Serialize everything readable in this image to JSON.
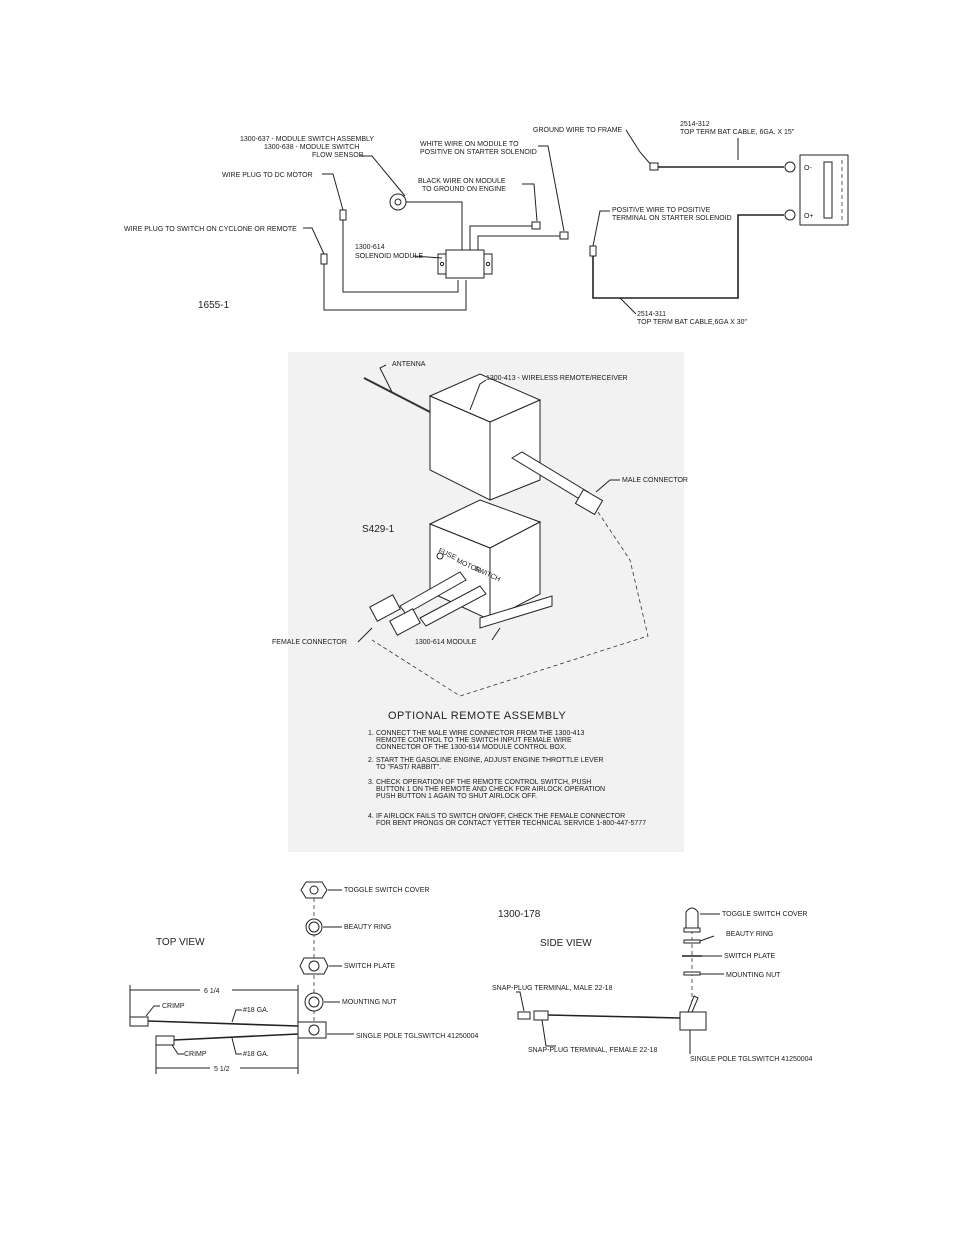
{
  "top_diagram": {
    "module_switch_1": "1300-637 - MODULE SWITCH ASSEMBLY",
    "module_switch_2": "1300-638 - MODULE SWITCH",
    "module_switch_3": "FLOW SENSOR",
    "wire_plug_dc_motor": "WIRE PLUG TO DC MOTOR",
    "wire_plug_switch": "WIRE PLUG TO SWITCH ON CYCLONE OR REMOTE",
    "black_wire_1": "BLACK WIRE ON MODULE",
    "black_wire_2": "TO GROUND ON ENGINE",
    "white_wire_1": "WHITE WIRE ON MODULE TO",
    "white_wire_2": "POSITIVE ON STARTER SOLENOID",
    "ground_wire": "GROUND WIRE TO FRAME",
    "solenoid_module_1": "1300-614",
    "solenoid_module_2": "SOLENOID MODULE",
    "drawing_number": "1655-1",
    "cable_312_1": "2514-312",
    "cable_312_2": "TOP TERM BAT CABLE, 6GA. X 15\"",
    "positive_wire_1": "POSITIVE WIRE TO POSITIVE",
    "positive_wire_2": "TERMINAL ON STARTER SOLENOID",
    "cable_311_1": "2514-311",
    "cable_311_2": "TOP TERM BAT CABLE,6GA X 30\"",
    "battery_neg": "O-",
    "battery_pos": "O+"
  },
  "remote_assembly": {
    "antenna": "ANTENNA",
    "receiver": "1300-413 - WIRELESS REMOTE/RECEIVER",
    "male_connector": "MALE CONNECTOR",
    "drawing_number": "S429-1",
    "fuse": "FUSE",
    "motor": "MOTOR",
    "switch": "SWITCH",
    "female_connector": "FEMALE CONNECTOR",
    "module": "1300-614 MODULE",
    "title": "OPTIONAL REMOTE ASSEMBLY",
    "steps": [
      {
        "num": "1.",
        "lines": [
          "CONNECT THE MALE WIRE CONNECTOR FROM THE 1300-413",
          "REMOTE CONTROL TO THE SWITCH INPUT FEMALE WIRE",
          "CONNECTOR OF THE 1300-614 MODULE CONTROL BOX."
        ]
      },
      {
        "num": "2.",
        "lines": [
          "START THE GASOLINE ENGINE, ADJUST ENGINE THROTTLE LEVER",
          "TO \"FAST/ RABBIT\"."
        ]
      },
      {
        "num": "3.",
        "lines": [
          "CHECK OPERATION OF THE REMOTE CONTROL SWITCH, PUSH",
          "BUTTON 1 ON THE REMOTE AND CHECK FOR AIRLOCK OPERATION",
          "PUSH BUTTON 1 AGAIN TO SHUT AIRLOCK OFF."
        ]
      },
      {
        "num": "4.",
        "lines": [
          "IF AIRLOCK FAILS TO SWITCH ON/OFF, CHECK THE FEMALE CONNECTOR",
          "FOR BENT PRONGS OR CONTACT YETTER TECHNICAL SERVICE 1-800-447-5777"
        ]
      }
    ]
  },
  "toggle_switch": {
    "part_number": "1300-178",
    "top_view": "TOP VIEW",
    "side_view": "SIDE VIEW",
    "toggle_cover": "TOGGLE SWITCH COVER",
    "beauty_ring": "BEAUTY RING",
    "switch_plate": "SWITCH PLATE",
    "mounting_nut": "MOUNTING NUT",
    "single_pole": "SINGLE POLE TGLSWITCH 41250004",
    "dim_top": "6 1/4",
    "dim_bottom": "5 1/2",
    "crimp": "CRIMP",
    "gauge": "#18 GA.",
    "snap_male": "SNAP-PLUG TERMINAL, MALE 22-18",
    "snap_female": "SNAP-PLUG TERMINAL, FEMALE 22-18"
  }
}
